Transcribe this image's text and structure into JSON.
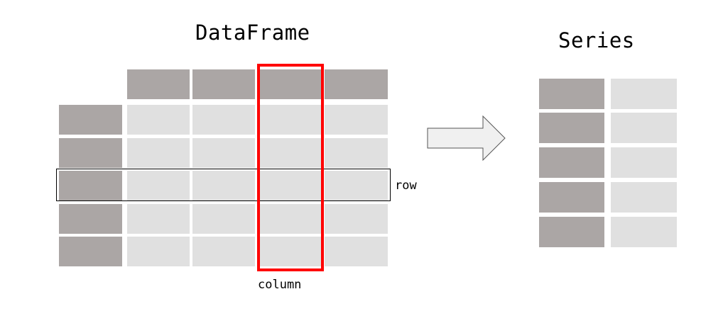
{
  "dataframe": {
    "title": "DataFrame",
    "row_label": "row",
    "column_label": "column"
  },
  "series": {
    "title": "Series"
  },
  "colors": {
    "header_cell": "#aba6a5",
    "data_cell": "#e0e0e0",
    "column_highlight": "#ff0000",
    "row_highlight": "#000000",
    "arrow_fill": "#f0f0f0"
  }
}
